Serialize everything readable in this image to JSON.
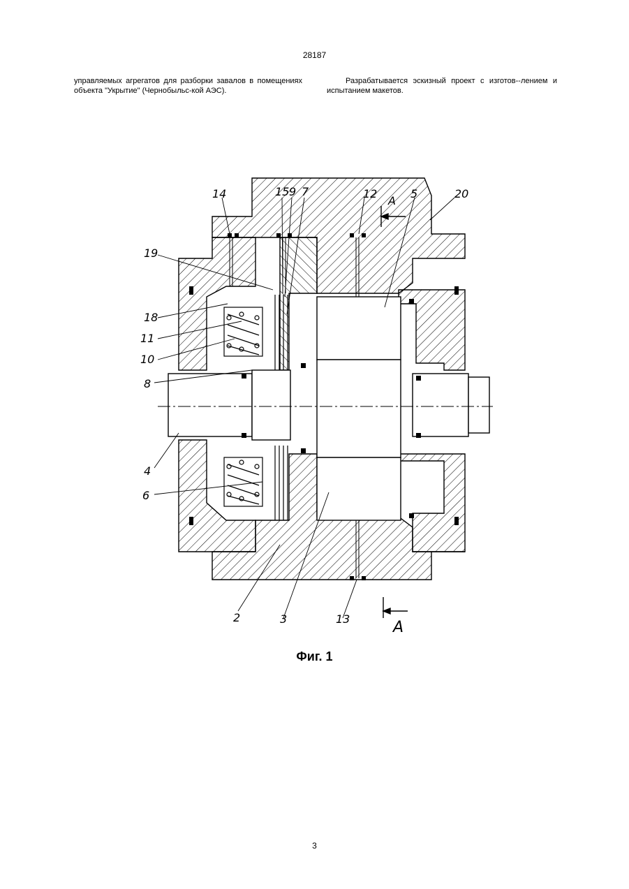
{
  "header": {
    "page_number_top": "28187"
  },
  "text": {
    "left_column": "управляемых агрегатов для разборки завалов в помещениях объекта \"Укрытие\" (Чернобыльс-кой АЭС).",
    "right_column": "Разрабатывается эскизный проект с изготов--лением и испытанием макетов."
  },
  "figure": {
    "caption": "Фиг. 1",
    "labels": {
      "l14": "14",
      "l15": "15",
      "l9": "9",
      "l7": "7",
      "l12": "12",
      "lA_top": "A",
      "l5": "5",
      "l20": "20",
      "l19": "19",
      "l18": "18",
      "l11": "11",
      "l10": "10",
      "l8": "8",
      "l4": "4",
      "l6": "6",
      "l2": "2",
      "l3": "3",
      "l13": "13",
      "lA_bottom": "A"
    }
  },
  "footer": {
    "page_number_bottom": "3"
  }
}
